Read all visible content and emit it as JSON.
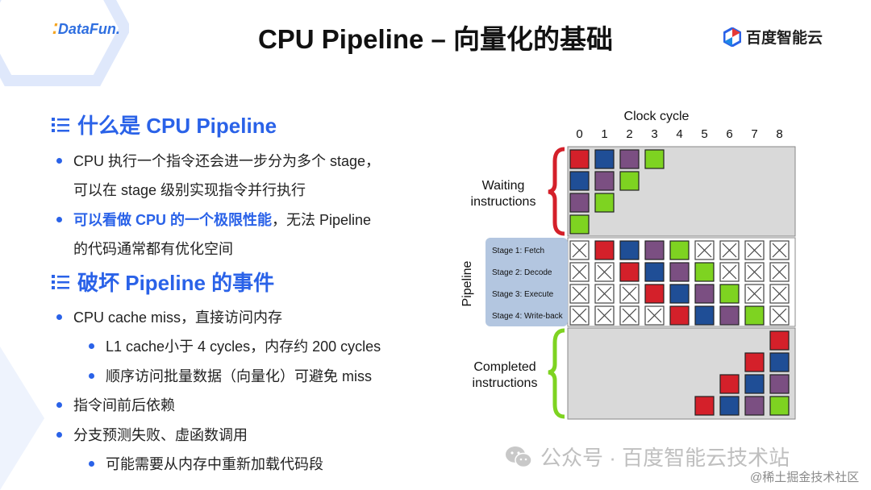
{
  "header": {
    "logo_left": "DataFun.",
    "title": "CPU Pipeline – 向量化的基础",
    "logo_right": "百度智能云"
  },
  "sections": [
    {
      "heading": "什么是 CPU Pipeline",
      "lines": [
        "CPU 执行一个指令还会进一步分为多个 stage，",
        "可以在 stage 级别实现指令并行执行"
      ],
      "highlight_prefix": "可以看做 CPU 的一个极限性能",
      "highlight_rest": "，无法 Pipeline",
      "highlight_cont": "的代码通常都有优化空间"
    },
    {
      "heading": "破坏 Pipeline 的事件",
      "items": [
        "CPU cache miss，直接访问内存",
        "L1 cache小于 4 cycles，内存约 200 cycles",
        "顺序访问批量数据（向量化）可避免 miss",
        "指令间前后依赖",
        "分支预测失败、虚函数调用",
        "可能需要从内存中重新加载代码段"
      ]
    }
  ],
  "diagram": {
    "clock_label": "Clock cycle",
    "cycles": [
      "0",
      "1",
      "2",
      "3",
      "4",
      "5",
      "6",
      "7",
      "8"
    ],
    "waiting_label": [
      "Waiting",
      "instructions"
    ],
    "pipeline_label": "Pipeline",
    "completed_label": [
      "Completed",
      "instructions"
    ],
    "stages": [
      "Stage 1: Fetch",
      "Stage 2: Decode",
      "Stage 3: Execute",
      "Stage 4: Write-back"
    ],
    "instruction_colors": [
      "#d4202a",
      "#1f4e96",
      "#7b4f82",
      "#7ed321"
    ],
    "bubble_icon": "x-box-icon"
  },
  "watermark": {
    "icon": "wechat-icon",
    "text": "公众号 · 百度智能云技术站"
  },
  "corner_mark": "@稀土掘金技术社区"
}
